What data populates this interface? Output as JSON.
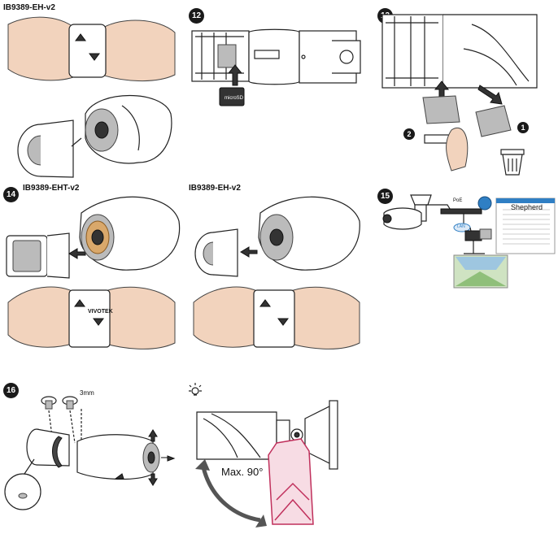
{
  "labels": {
    "model_eh_v2": "IB9389-EH-v2",
    "model_eht_v2": "IB9389-EHT-v2",
    "model_eh_v2_b": "IB9389-EH-v2"
  },
  "steps": {
    "s12": "12",
    "s13": "13",
    "s14": "14",
    "s15": "15",
    "s16": "16"
  },
  "callouts": {
    "one": "1",
    "two": "2"
  },
  "brand_text": "VIVOTEK",
  "network": {
    "poe": "PoE",
    "lan": "LAN",
    "shepherd": "Shepherd"
  },
  "dimension": "3mm",
  "angle": "Max. 90°",
  "colors": {
    "skin": "#f2d3bd",
    "accent_pink": "#c0305c",
    "shepherd_blue": "#2f7fc4"
  },
  "icons": {
    "tip": "lightbulb-icon",
    "trash": "trash-can-icon",
    "arrow": "arrow-icon"
  }
}
